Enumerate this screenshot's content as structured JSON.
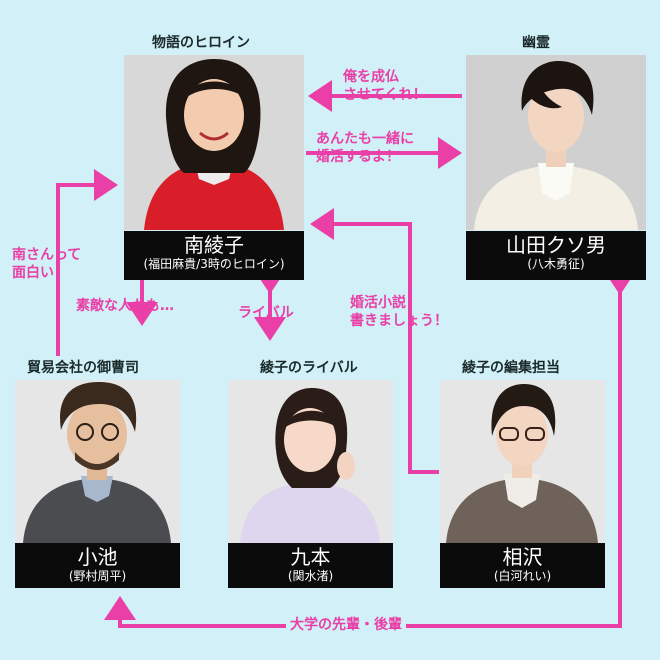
{
  "roles": {
    "heroine": "物語のヒロイン",
    "ghost": "幽霊",
    "boss": "貿易会社の御曹司",
    "rival": "綾子のライバル",
    "editor": "綾子の編集担当"
  },
  "people": {
    "minami": {
      "name": "南綾子",
      "actor": "(福田麻貴/3時のヒロイン)"
    },
    "yamada": {
      "name": "山田クソ男",
      "actor": "(八木勇征)"
    },
    "koike": {
      "name": "小池",
      "actor": "(野村周平)"
    },
    "kumoto": {
      "name": "九本",
      "actor": "(関水渚)"
    },
    "aizawa": {
      "name": "相沢",
      "actor": "(白河れい)"
    }
  },
  "relations": {
    "ghost_to_minami": [
      "俺を成仏",
      "させてくれ！"
    ],
    "minami_to_ghost": [
      "あんたも一緒に",
      "婚活するよ！"
    ],
    "koike_to_minami": [
      "南さんって",
      "面白い"
    ],
    "minami_to_koike": "素敵な人かも…",
    "rivalry": "ライバル",
    "aizawa_to_minami": [
      "婚活小説",
      "書きましょう！"
    ],
    "university": "大学の先輩・後輩"
  },
  "colors": {
    "arrow": "#e93fa6",
    "background": "#d2f0f8",
    "namebox": "#0b0b0b"
  }
}
